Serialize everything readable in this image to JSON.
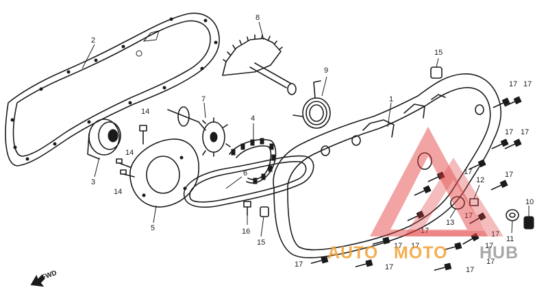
{
  "callouts": [
    "1",
    "2",
    "3",
    "4",
    "5",
    "6",
    "7",
    "8",
    "9",
    "10",
    "11",
    "12",
    "13",
    "14",
    "15",
    "16",
    "17"
  ],
  "direction_label": "FWD",
  "watermark": {
    "part1": "AUTO",
    "part2": "MOTO",
    "part3": "HUB"
  },
  "colors": {
    "line": "#1a1a1a",
    "watermark_red": "#e23b3b",
    "watermark_orange": "#f2a033",
    "watermark_gray": "#9a9a9a"
  }
}
